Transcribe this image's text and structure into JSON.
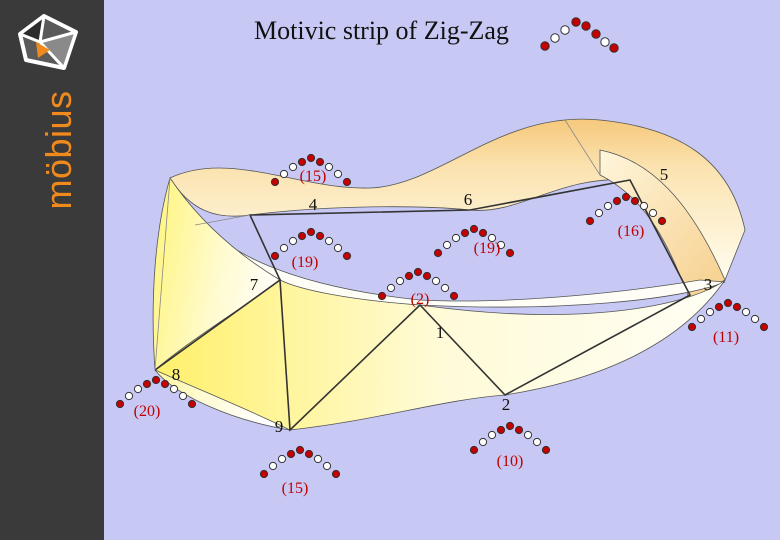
{
  "brand": {
    "name": "möbius",
    "accent_color": "#f08a1c",
    "logo_icon": "mobius-triangle-logo"
  },
  "title": "Motivic strip of Zig-Zag",
  "colors": {
    "background": "#c7c9f4",
    "strip_light": "#fffdf2",
    "strip_yellow": "#fff27a",
    "strip_orange": "#f6cc84",
    "dot_red": "#c40000",
    "dot_white": "#ffffff"
  },
  "vertices": [
    {
      "label": "1"
    },
    {
      "label": "2"
    },
    {
      "label": "3"
    },
    {
      "label": "4"
    },
    {
      "label": "5"
    },
    {
      "label": "6"
    },
    {
      "label": "7"
    },
    {
      "label": "8"
    },
    {
      "label": "9"
    }
  ],
  "motifs": [
    {
      "label": "(15)",
      "pattern": "zigzag-motif"
    },
    {
      "label": "(16)",
      "pattern": "zigzag-motif"
    },
    {
      "label": "(19)",
      "pattern": "zigzag-motif"
    },
    {
      "label": "(19)",
      "pattern": "zigzag-motif"
    },
    {
      "label": "(2)",
      "pattern": "zigzag-motif"
    },
    {
      "label": "(11)",
      "pattern": "zigzag-motif"
    },
    {
      "label": "(20)",
      "pattern": "zigzag-motif"
    },
    {
      "label": "(10)",
      "pattern": "zigzag-motif"
    },
    {
      "label": "(15)",
      "pattern": "zigzag-motif"
    }
  ]
}
